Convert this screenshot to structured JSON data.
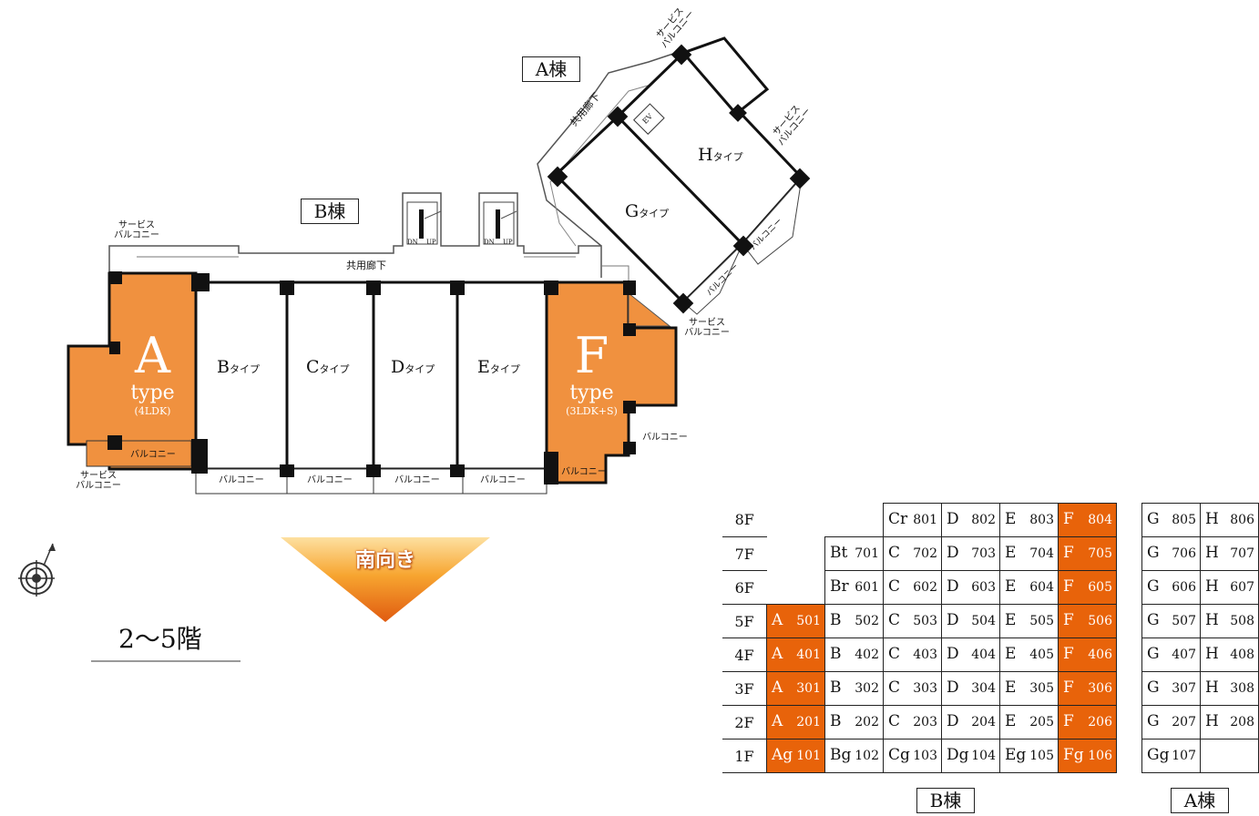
{
  "floor_label": "2〜5階",
  "south_label": "南向き",
  "buildings": {
    "a": "A棟",
    "b": "B棟"
  },
  "corridor": "共用廊下",
  "ev": "EV",
  "stair": {
    "dn": "DN",
    "up": "UP"
  },
  "service_balcony": [
    "サービス",
    "バルコニー"
  ],
  "balcony": "バルコニー",
  "units": {
    "a": {
      "letter": "A",
      "type": "type",
      "plan": "(4LDK)"
    },
    "f": {
      "letter": "F",
      "type": "type",
      "plan": "(3LDK+S)"
    },
    "b": {
      "letter": "B",
      "suffix": "タイプ"
    },
    "c": {
      "letter": "C",
      "suffix": "タイプ"
    },
    "d": {
      "letter": "D",
      "suffix": "タイプ"
    },
    "e": {
      "letter": "E",
      "suffix": "タイプ"
    },
    "g": {
      "letter": "G",
      "suffix": "タイプ"
    },
    "h": {
      "letter": "H",
      "suffix": "タイプ"
    }
  },
  "table_b": [
    {
      "floor": "8F",
      "cells": [
        null,
        null,
        {
          "t": "Cr",
          "n": "801"
        },
        {
          "t": "D",
          "n": "802"
        },
        {
          "t": "E",
          "n": "803"
        },
        {
          "t": "F",
          "n": "804",
          "hl": true
        }
      ]
    },
    {
      "floor": "7F",
      "cells": [
        null,
        {
          "t": "Bt",
          "n": "701"
        },
        {
          "t": "C",
          "n": "702"
        },
        {
          "t": "D",
          "n": "703"
        },
        {
          "t": "E",
          "n": "704"
        },
        {
          "t": "F",
          "n": "705",
          "hl": true
        }
      ]
    },
    {
      "floor": "6F",
      "cells": [
        null,
        {
          "t": "Br",
          "n": "601"
        },
        {
          "t": "C",
          "n": "602"
        },
        {
          "t": "D",
          "n": "603"
        },
        {
          "t": "E",
          "n": "604"
        },
        {
          "t": "F",
          "n": "605",
          "hl": true
        }
      ]
    },
    {
      "floor": "5F",
      "cells": [
        {
          "t": "A",
          "n": "501",
          "hl": true
        },
        {
          "t": "B",
          "n": "502"
        },
        {
          "t": "C",
          "n": "503"
        },
        {
          "t": "D",
          "n": "504"
        },
        {
          "t": "E",
          "n": "505"
        },
        {
          "t": "F",
          "n": "506",
          "hl": true
        }
      ]
    },
    {
      "floor": "4F",
      "cells": [
        {
          "t": "A",
          "n": "401",
          "hl": true
        },
        {
          "t": "B",
          "n": "402"
        },
        {
          "t": "C",
          "n": "403"
        },
        {
          "t": "D",
          "n": "404"
        },
        {
          "t": "E",
          "n": "405"
        },
        {
          "t": "F",
          "n": "406",
          "hl": true
        }
      ]
    },
    {
      "floor": "3F",
      "cells": [
        {
          "t": "A",
          "n": "301",
          "hl": true
        },
        {
          "t": "B",
          "n": "302"
        },
        {
          "t": "C",
          "n": "303"
        },
        {
          "t": "D",
          "n": "304"
        },
        {
          "t": "E",
          "n": "305"
        },
        {
          "t": "F",
          "n": "306",
          "hl": true
        }
      ]
    },
    {
      "floor": "2F",
      "cells": [
        {
          "t": "A",
          "n": "201",
          "hl": true
        },
        {
          "t": "B",
          "n": "202"
        },
        {
          "t": "C",
          "n": "203"
        },
        {
          "t": "D",
          "n": "204"
        },
        {
          "t": "E",
          "n": "205"
        },
        {
          "t": "F",
          "n": "206",
          "hl": true
        }
      ]
    },
    {
      "floor": "1F",
      "cells": [
        {
          "t": "Ag",
          "n": "101",
          "hl": true
        },
        {
          "t": "Bg",
          "n": "102"
        },
        {
          "t": "Cg",
          "n": "103"
        },
        {
          "t": "Dg",
          "n": "104"
        },
        {
          "t": "Eg",
          "n": "105"
        },
        {
          "t": "Fg",
          "n": "106",
          "hl": true
        }
      ]
    }
  ],
  "table_a": [
    [
      {
        "t": "G",
        "n": "805"
      },
      {
        "t": "H",
        "n": "806"
      }
    ],
    [
      {
        "t": "G",
        "n": "706"
      },
      {
        "t": "H",
        "n": "707"
      }
    ],
    [
      {
        "t": "G",
        "n": "606"
      },
      {
        "t": "H",
        "n": "607"
      }
    ],
    [
      {
        "t": "G",
        "n": "507"
      },
      {
        "t": "H",
        "n": "508"
      }
    ],
    [
      {
        "t": "G",
        "n": "407"
      },
      {
        "t": "H",
        "n": "408"
      }
    ],
    [
      {
        "t": "G",
        "n": "307"
      },
      {
        "t": "H",
        "n": "308"
      }
    ],
    [
      {
        "t": "G",
        "n": "207"
      },
      {
        "t": "H",
        "n": "208"
      }
    ],
    [
      {
        "t": "Gg",
        "n": "107"
      },
      null
    ]
  ],
  "colors": {
    "orange": "#f0913f",
    "orange_dark": "#e8630a",
    "wall": "#111111"
  }
}
